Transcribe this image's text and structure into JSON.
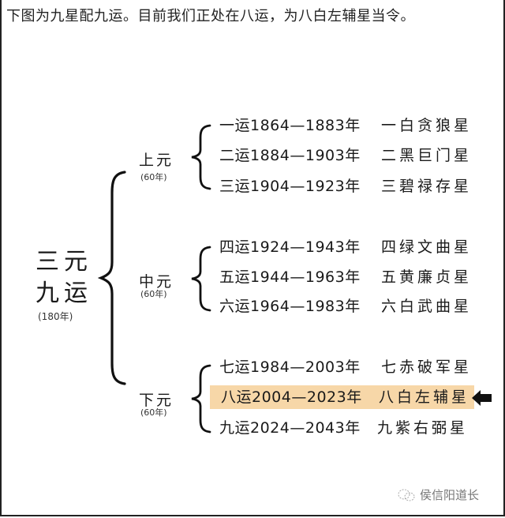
{
  "intro_text": "下图为九星配九运。目前我们正处在八运，为八白左辅星当令。",
  "root": {
    "line1": "三元",
    "line2": "九运",
    "sub": "(180年)"
  },
  "yuan": [
    {
      "label": "上元",
      "sub": "(60年)",
      "rows": [
        {
          "yun": "一运1864—1883年",
          "star": "一白贪狼星",
          "highlight": false
        },
        {
          "yun": "二运1884—1903年",
          "star": "二黑巨门星",
          "highlight": false
        },
        {
          "yun": "三运1904—1923年",
          "star": "三碧禄存星",
          "highlight": false
        }
      ]
    },
    {
      "label": "中元",
      "sub": "(60年)",
      "rows": [
        {
          "yun": "四运1924—1943年",
          "star": "四绿文曲星",
          "highlight": false
        },
        {
          "yun": "五运1944—1963年",
          "star": "五黄廉贞星",
          "highlight": false
        },
        {
          "yun": "六运1964—1983年",
          "star": "六白武曲星",
          "highlight": false
        }
      ]
    },
    {
      "label": "下元",
      "sub": "(60年)",
      "rows": [
        {
          "yun": "七运1984—2003年",
          "star": "七赤破军星",
          "highlight": false
        },
        {
          "yun": "八运2004—2023年",
          "star": "八白左辅星",
          "highlight": true
        },
        {
          "yun": "九运2024—2043年",
          "star": "九紫右弼星",
          "highlight": false
        }
      ]
    }
  ],
  "highlight_color": "#f7d7a8",
  "current_marker_icon": "left-arrow-icon",
  "watermark": {
    "icon": "wechat-icon",
    "text": "侯信阳道长"
  }
}
